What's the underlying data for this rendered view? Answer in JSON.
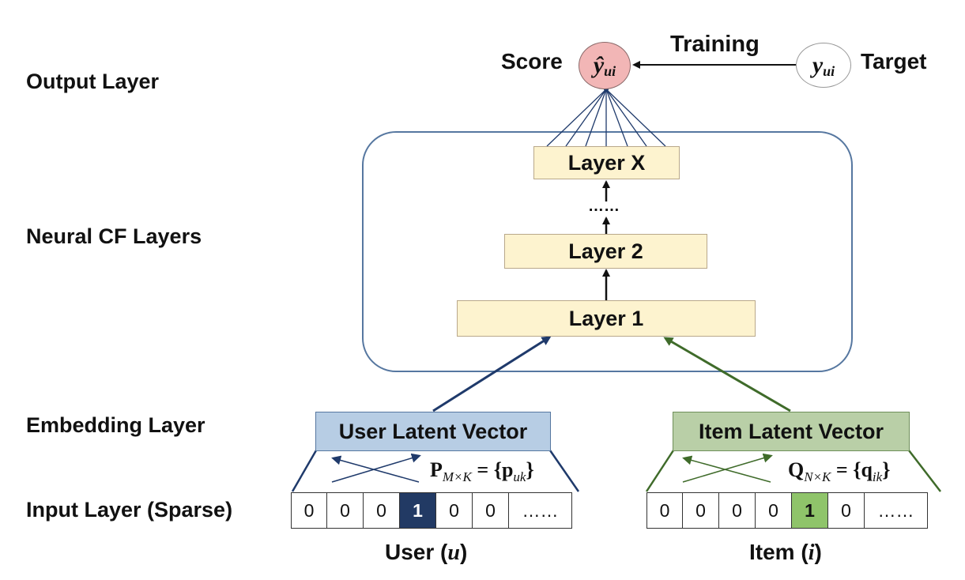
{
  "row_labels": {
    "output": "Output Layer",
    "neural": "Neural CF Layers",
    "embedding": "Embedding Layer",
    "input": "Input Layer (Sparse)"
  },
  "output": {
    "score_label": "Score",
    "score_symbol": "ŷ",
    "score_subscript": "ui",
    "training_label": "Training",
    "target_symbol": "y",
    "target_subscript": "ui",
    "target_label": "Target"
  },
  "layers": {
    "top": "Layer X",
    "ellipsis": "……",
    "second": "Layer 2",
    "first": "Layer 1"
  },
  "embedding": {
    "user_label": "User Latent Vector",
    "item_label": "Item Latent Vector",
    "user_matrix": "P",
    "user_dims": "M×K",
    "user_set_open": " = {",
    "user_elem": "p",
    "user_elem_sub": "uk",
    "user_set_close": "}",
    "item_matrix": "Q",
    "item_dims": "N×K",
    "item_set_open": " = {",
    "item_elem": "q",
    "item_elem_sub": "ik",
    "item_set_close": "}"
  },
  "inputs": {
    "user_cells": [
      "0",
      "0",
      "0",
      "1",
      "0",
      "0",
      "……"
    ],
    "user_active_index": 3,
    "item_cells": [
      "0",
      "0",
      "0",
      "0",
      "1",
      "0",
      "……"
    ],
    "item_active_index": 4,
    "user_caption_prefix": "User (",
    "user_caption_var": "u",
    "user_caption_suffix": ")",
    "item_caption_prefix": "Item (",
    "item_caption_var": "i",
    "item_caption_suffix": ")"
  },
  "colors": {
    "score_fill": "#f2b6b6",
    "layer_fill": "#fdf3cf",
    "user_latent_fill": "#b7cde4",
    "item_latent_fill": "#b9cfa7",
    "user_arrow": "#1f3a6b",
    "item_arrow": "#3f6b2a",
    "user_active_fill": "#223a64",
    "item_active_fill": "#8fc46a",
    "container_stroke": "#5677a0"
  }
}
